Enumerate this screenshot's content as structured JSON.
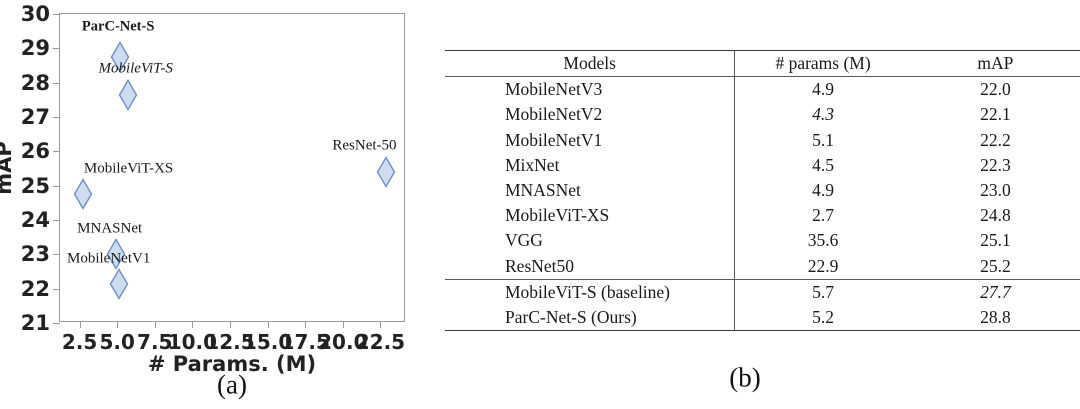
{
  "chart_data": [
    {
      "type": "scatter",
      "panel": "(a)",
      "title": "",
      "xlabel": "# Params. (M)",
      "ylabel": "mAP",
      "xlim": [
        1.2,
        24.2
      ],
      "ylim": [
        21,
        30
      ],
      "xticks": [
        "2.5",
        "5.0",
        "7.5",
        "10.0",
        "12.5",
        "15.0",
        "17.5",
        "20.0",
        "22.5"
      ],
      "xtick_values": [
        2.5,
        5.0,
        7.5,
        10.0,
        12.5,
        15.0,
        17.5,
        20.0,
        22.5
      ],
      "yticks": [
        "30",
        "29",
        "28",
        "27",
        "26",
        "25",
        "24",
        "23",
        "22",
        "21"
      ],
      "ytick_values": [
        30,
        29,
        28,
        27,
        26,
        25,
        24,
        23,
        22,
        21
      ],
      "grid": false,
      "legend": "none",
      "marker": "diamond",
      "marker_fill": "#cddcf0",
      "marker_stroke": "#6f8fc4",
      "points": [
        {
          "label": "ParC-Net-S",
          "x": 5.2,
          "y": 28.75,
          "style": "bold",
          "label_dx": -2,
          "label_dy": -30
        },
        {
          "label": "MobileViT-S",
          "x": 5.7,
          "y": 27.65,
          "style": "italic",
          "label_dx": 8,
          "label_dy": -26
        },
        {
          "label": "MobileViT-XS",
          "x": 2.7,
          "y": 24.75,
          "style": "normal",
          "label_dx": 46,
          "label_dy": -25
        },
        {
          "label": "MNASNet",
          "x": 4.9,
          "y": 23.0,
          "style": "normal",
          "label_dx": -6,
          "label_dy": -25
        },
        {
          "label": "MobileNetV1",
          "x": 5.1,
          "y": 22.15,
          "style": "normal",
          "label_dx": -10,
          "label_dy": -25
        },
        {
          "label": "ResNet-50",
          "x": 22.9,
          "y": 25.4,
          "style": "normal",
          "label_dx": -22,
          "label_dy": -26
        }
      ]
    },
    {
      "type": "table",
      "panel": "(b)",
      "columns": [
        "Models",
        "# params (M)",
        "mAP"
      ],
      "rows": [
        {
          "model": "MobileNetV3",
          "params": "4.9",
          "map": "22.0",
          "params_style": "normal",
          "map_style": "normal"
        },
        {
          "model": "MobileNetV2",
          "params": "4.3",
          "map": "22.1",
          "params_style": "italic",
          "map_style": "normal"
        },
        {
          "model": "MobileNetV1",
          "params": "5.1",
          "map": "22.2",
          "params_style": "normal",
          "map_style": "normal"
        },
        {
          "model": "MixNet",
          "params": "4.5",
          "map": "22.3",
          "params_style": "normal",
          "map_style": "normal"
        },
        {
          "model": "MNASNet",
          "params": "4.9",
          "map": "23.0",
          "params_style": "normal",
          "map_style": "normal"
        },
        {
          "model": "MobileViT-XS",
          "params": "2.7",
          "map": "24.8",
          "params_style": "bold",
          "map_style": "normal"
        },
        {
          "model": "VGG",
          "params": "35.6",
          "map": "25.1",
          "params_style": "normal",
          "map_style": "normal"
        },
        {
          "model": "ResNet50",
          "params": "22.9",
          "map": "25.2",
          "params_style": "normal",
          "map_style": "normal"
        }
      ],
      "footer_rows": [
        {
          "model": "MobileViT-S (baseline)",
          "params": "5.7",
          "map": "27.7",
          "params_style": "normal",
          "map_style": "italic"
        },
        {
          "model": "ParC-Net-S (Ours)",
          "params": "5.2",
          "map": "28.8",
          "params_style": "normal",
          "map_style": "bold"
        }
      ]
    }
  ],
  "captions": {
    "a": "(a)",
    "b": "(b)"
  },
  "colors": {
    "marker_fill": "#cddcf0",
    "marker_stroke": "#6f8fc4",
    "axis": "#9a9a9a",
    "rule": "#3a3a3a",
    "text": "#1a1a1a"
  }
}
